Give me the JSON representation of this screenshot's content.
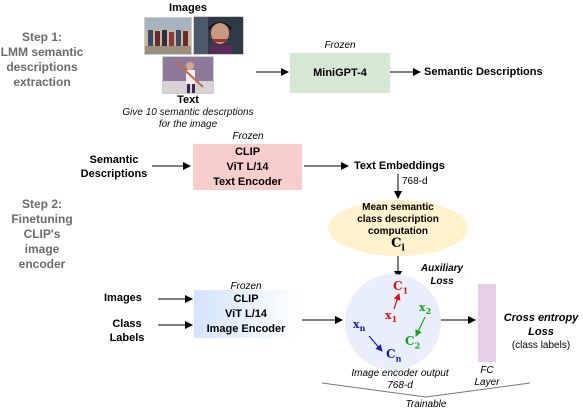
{
  "step1": {
    "title": "Step 1:",
    "subtitle_lines": [
      "LMM semantic",
      "descriptions",
      "extraction"
    ]
  },
  "inputs": {
    "images_label": "Images",
    "text_label": "Text",
    "text_prompt_lines": [
      "Give 10 semantic descrptions",
      "for the image"
    ]
  },
  "minigpt": {
    "frozen": "Frozen",
    "label": "MiniGPT-4",
    "color": "#d5e8d4"
  },
  "semantic_out": "Semantic Descriptions",
  "step2": {
    "title": "Step 2:",
    "subtitle_lines": [
      "Finetuning",
      "CLIP's",
      "image encoder"
    ]
  },
  "text_branch": {
    "input_lines": [
      "Semantic",
      "Descriptions"
    ],
    "frozen": "Frozen",
    "encoder_lines": [
      "CLIP",
      "ViT L/14",
      "Text Encoder"
    ],
    "encoder_color": "#f8cecc",
    "output": "Text Embeddings",
    "dim": "768-d"
  },
  "mean": {
    "lines": [
      "Mean semantic",
      "class description",
      "computation"
    ],
    "symbol": "C",
    "symbol_sub": "i",
    "color": "#fff2cc"
  },
  "image_branch": {
    "images_label": "Images",
    "class_label_lines": [
      "Class",
      "Labels"
    ],
    "frozen": "Frozen",
    "encoder_lines": [
      "CLIP",
      "ViT L/14",
      "Image Encoder"
    ],
    "encoder_color": "#dae8fc"
  },
  "aux_loss_lines": [
    "Auxiliary",
    "Loss"
  ],
  "embedding_space": {
    "color": "#e8eefa",
    "c1": "C",
    "c1_sub": "1",
    "x1": "x",
    "x1_sub": "1",
    "c1_color": "#e01010",
    "c2": "C",
    "c2_sub": "2",
    "x2": "x",
    "x2_sub": "2",
    "c2_color": "#17a317",
    "cn": "C",
    "cn_sub": "n",
    "xn": "x",
    "xn_sub": "n",
    "cn_color": "#1a1ab5"
  },
  "encoder_output_lines": [
    "Image encoder output",
    "768-d"
  ],
  "fc": {
    "lines": [
      "FC",
      "Layer"
    ],
    "color": "#e6d0e8"
  },
  "ce_loss": {
    "lines": [
      "Cross entropy",
      "Loss"
    ],
    "note": "(class labels)"
  },
  "trainable": "Trainable",
  "icons": [
    "march-photo",
    "woman-photo",
    "performer-photo"
  ]
}
